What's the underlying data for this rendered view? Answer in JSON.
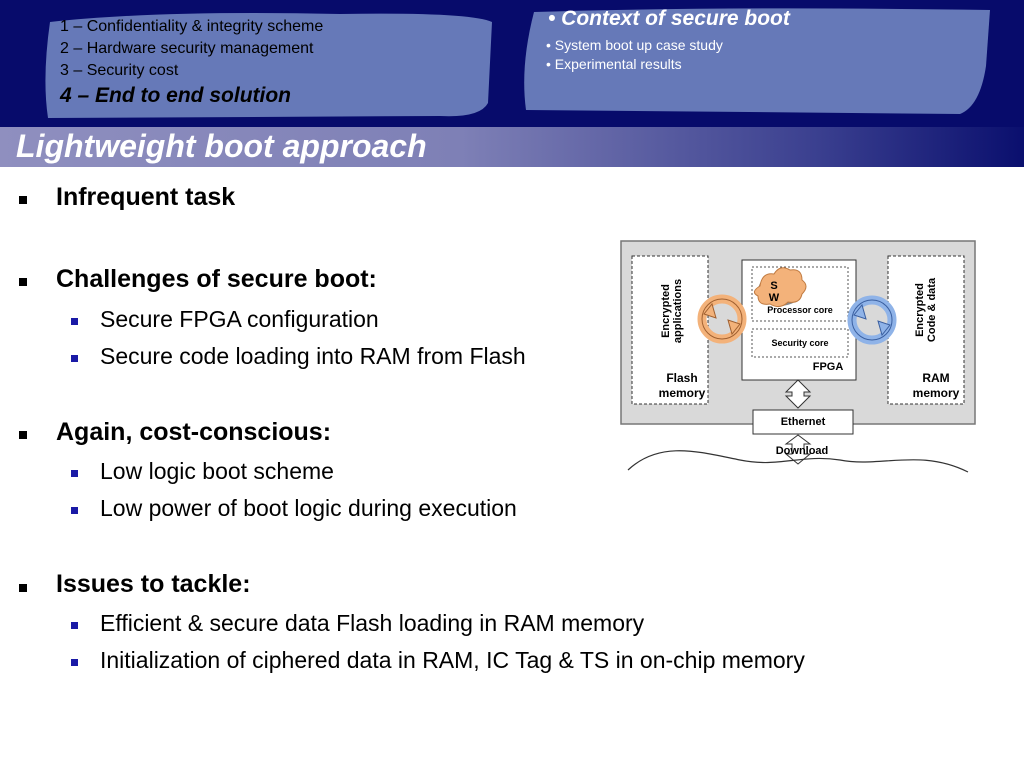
{
  "nav": {
    "left_items": [
      "1 – Confidentiality & integrity scheme",
      "2 – Hardware security management",
      "3 – Security cost",
      "4 – End to end solution"
    ],
    "right_heading": "• Context of secure boot",
    "right_items": [
      "• System boot up case study",
      "• Experimental results"
    ]
  },
  "slide": {
    "title": "Lightweight boot approach",
    "bullets": [
      {
        "text": "Infrequent task",
        "sub": []
      },
      {
        "text": "Challenges of secure boot:",
        "sub": [
          "Secure FPGA configuration",
          "Secure code loading into RAM from Flash"
        ]
      },
      {
        "text": "Again, cost-conscious:",
        "sub": [
          "Low logic boot scheme",
          "Low power of boot logic during execution"
        ]
      },
      {
        "text": "Issues to tackle:",
        "sub": [
          "Efficient & secure data Flash loading in RAM memory",
          "Initialization of ciphered data in RAM, IC Tag & TS in on-chip memory"
        ]
      }
    ]
  },
  "diagram": {
    "flash_vertical": [
      "Encrypted",
      "applications"
    ],
    "flash_label": [
      "Flash",
      "memory"
    ],
    "ram_vertical": [
      "Encrypted",
      "Code & data"
    ],
    "ram_label": [
      "RAM",
      "memory"
    ],
    "sw": [
      "S",
      "W"
    ],
    "processor_core": "Processor core",
    "security_core": "Security core",
    "fpga": "FPGA",
    "ethernet": "Ethernet",
    "download": "Download",
    "colors": {
      "header": "#070b6b",
      "panel": "#6679b8",
      "cloud": "#f3b27a",
      "left_arrow": "#f3b27a",
      "right_arrow": "#8fb3e8"
    }
  }
}
